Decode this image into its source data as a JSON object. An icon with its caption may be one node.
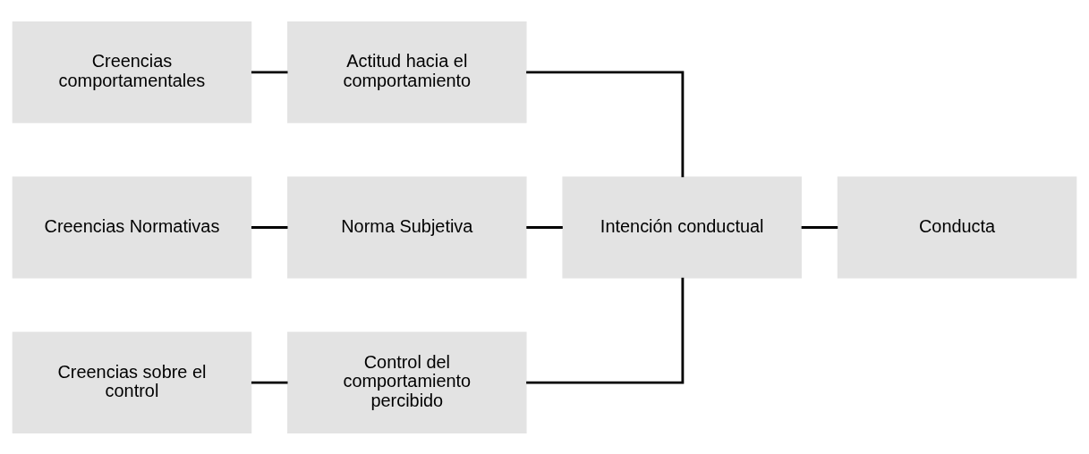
{
  "diagram": {
    "nodes": [
      {
        "text": [
          "Creencias comportamentales"
        ]
      },
      {
        "text": [
          "Actitud hacia el comportamiento"
        ]
      },
      {
        "text": [
          "Creencias Normativas"
        ]
      },
      {
        "text": [
          "Norma Subjetiva"
        ]
      },
      {
        "text": [
          "Creencias sobre el control"
        ]
      },
      {
        "text": [
          "Control del comportamiento percibido"
        ]
      },
      {
        "text": [
          "Intención conductual"
        ]
      },
      {
        "text": [
          "Conducta"
        ]
      }
    ],
    "edges": [
      {
        "from": 0,
        "to": 1,
        "arrow": "none"
      },
      {
        "from": 1,
        "to": 6,
        "arrow": "none"
      },
      {
        "from": 2,
        "to": 3,
        "arrow": "none"
      },
      {
        "from": 3,
        "to": 6,
        "arrow": "none"
      },
      {
        "from": 4,
        "to": 5,
        "arrow": "none"
      },
      {
        "from": 5,
        "to": 6,
        "arrow": "none"
      },
      {
        "from": 6,
        "to": 7,
        "arrow": "none"
      }
    ]
  }
}
